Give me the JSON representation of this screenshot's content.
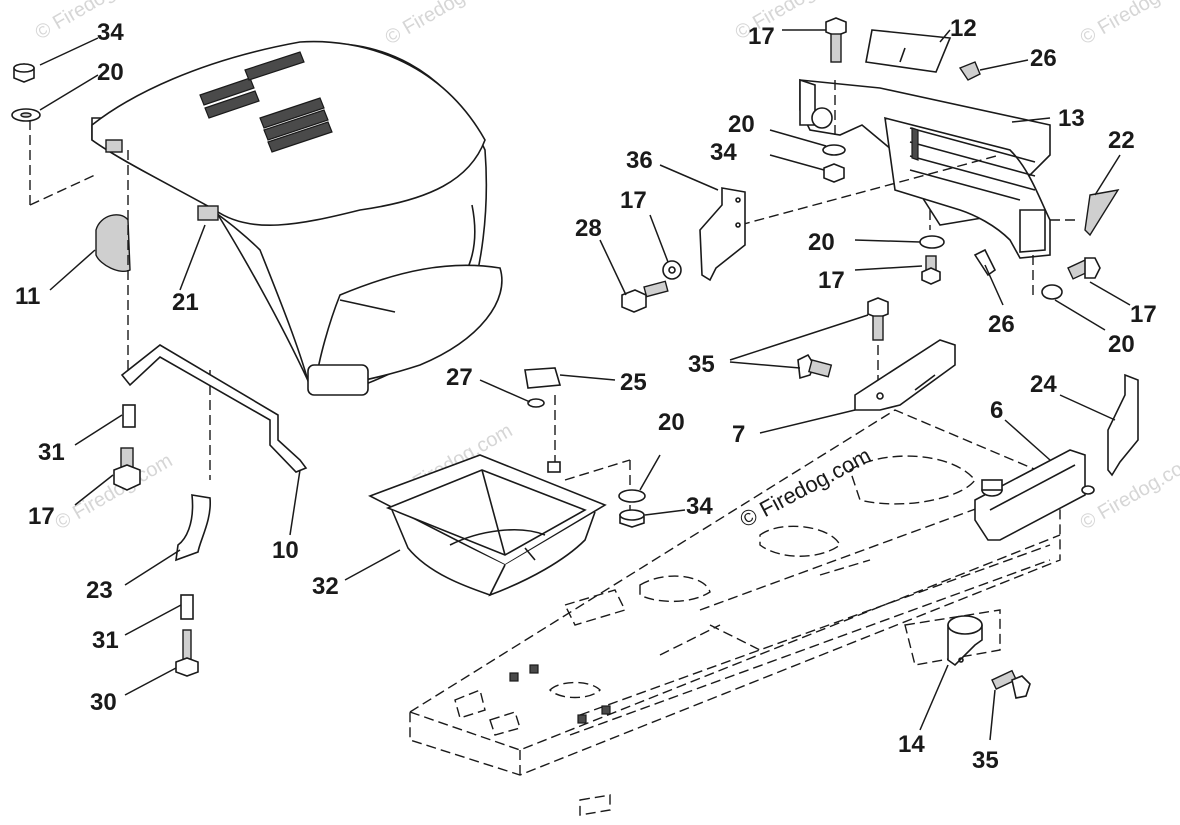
{
  "watermark": "© Firedog.com",
  "copyright": "© Firedog.com",
  "callouts": [
    {
      "id": "c34a",
      "num": "34"
    },
    {
      "id": "c20a",
      "num": "20"
    },
    {
      "id": "c11",
      "num": "11"
    },
    {
      "id": "c21",
      "num": "21"
    },
    {
      "id": "c31a",
      "num": "31"
    },
    {
      "id": "c17a",
      "num": "17"
    },
    {
      "id": "c10",
      "num": "10"
    },
    {
      "id": "c23",
      "num": "23"
    },
    {
      "id": "c31b",
      "num": "31"
    },
    {
      "id": "c30",
      "num": "30"
    },
    {
      "id": "c32",
      "num": "32"
    },
    {
      "id": "c27",
      "num": "27"
    },
    {
      "id": "c25",
      "num": "25"
    },
    {
      "id": "c20b",
      "num": "20"
    },
    {
      "id": "c34b",
      "num": "34"
    },
    {
      "id": "c17b",
      "num": "17"
    },
    {
      "id": "c12",
      "num": "12"
    },
    {
      "id": "c26a",
      "num": "26"
    },
    {
      "id": "c13",
      "num": "13"
    },
    {
      "id": "c20c",
      "num": "20"
    },
    {
      "id": "c34c",
      "num": "34"
    },
    {
      "id": "c36",
      "num": "36"
    },
    {
      "id": "c17c",
      "num": "17"
    },
    {
      "id": "c28",
      "num": "28"
    },
    {
      "id": "c22",
      "num": "22"
    },
    {
      "id": "c20d",
      "num": "20"
    },
    {
      "id": "c17d",
      "num": "17"
    },
    {
      "id": "c26b",
      "num": "26"
    },
    {
      "id": "c17e",
      "num": "17"
    },
    {
      "id": "c20e",
      "num": "20"
    },
    {
      "id": "c35a",
      "num": "35"
    },
    {
      "id": "c7",
      "num": "7"
    },
    {
      "id": "c6",
      "num": "6"
    },
    {
      "id": "c24",
      "num": "24"
    },
    {
      "id": "c14",
      "num": "14"
    },
    {
      "id": "c35b",
      "num": "35"
    }
  ]
}
